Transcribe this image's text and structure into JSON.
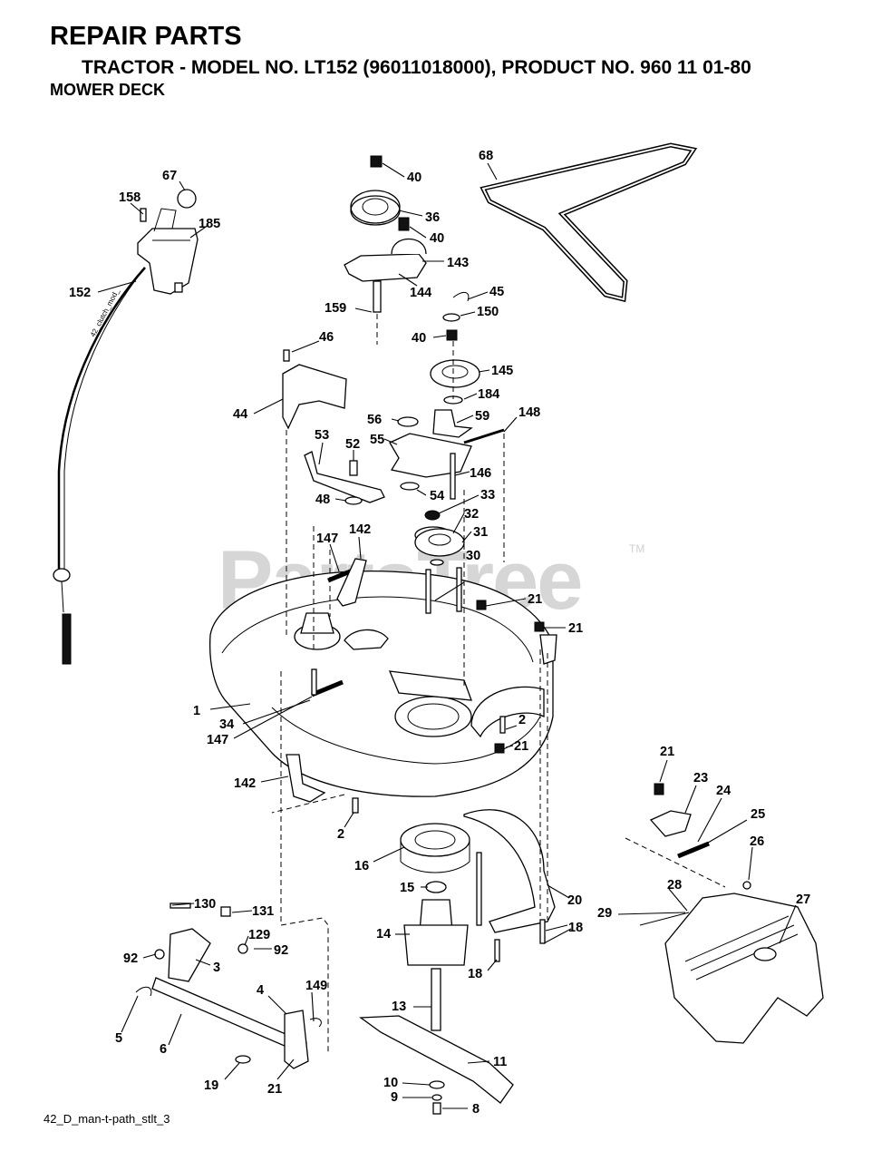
{
  "header": {
    "title": "REPAIR PARTS",
    "subtitle": "TRACTOR - MODEL NO. LT152 (96011018000), PRODUCT NO. 960 11 01-80",
    "section": "MOWER DECK"
  },
  "watermark": {
    "text": "PartsTree",
    "tm": "TM"
  },
  "cable_text": "42_clutch_mod_",
  "footer": "42_D_man-t-path_stlt_3",
  "labels": {
    "l67": "67",
    "l158": "158",
    "l185": "185",
    "l152": "152",
    "l40a": "40",
    "l36": "36",
    "l40b": "40",
    "l143": "143",
    "l144": "144",
    "l159": "159",
    "l68": "68",
    "l45": "45",
    "l150": "150",
    "l40c": "40",
    "l145": "145",
    "l184": "184",
    "l46": "46",
    "l44": "44",
    "l56": "56",
    "l59": "59",
    "l148": "148",
    "l55": "55",
    "l53": "53",
    "l52": "52",
    "l146": "146",
    "l48": "48",
    "l54": "54",
    "l33": "33",
    "l32": "32",
    "l31": "31",
    "l147a": "147",
    "l142a": "142",
    "l30": "30",
    "l21a": "21",
    "l21b": "21",
    "l1": "1",
    "l34": "34",
    "l2a": "2",
    "l21c": "21",
    "l147b": "147",
    "l21d": "21",
    "l23": "23",
    "l24": "24",
    "l142b": "142",
    "l25": "25",
    "l2b": "2",
    "l26": "26",
    "l16": "16",
    "l20": "20",
    "l27": "27",
    "l28": "28",
    "l15": "15",
    "l130": "130",
    "l131": "131",
    "l18a": "18",
    "l29": "29",
    "l129": "129",
    "l14": "14",
    "l92a": "92",
    "l92b": "92",
    "l3": "3",
    "l18b": "18",
    "l149": "149",
    "l4": "4",
    "l13": "13",
    "l5": "5",
    "l6": "6",
    "l11": "11",
    "l19": "19",
    "l21e": "21",
    "l10": "10",
    "l9": "9",
    "l8": "8"
  }
}
